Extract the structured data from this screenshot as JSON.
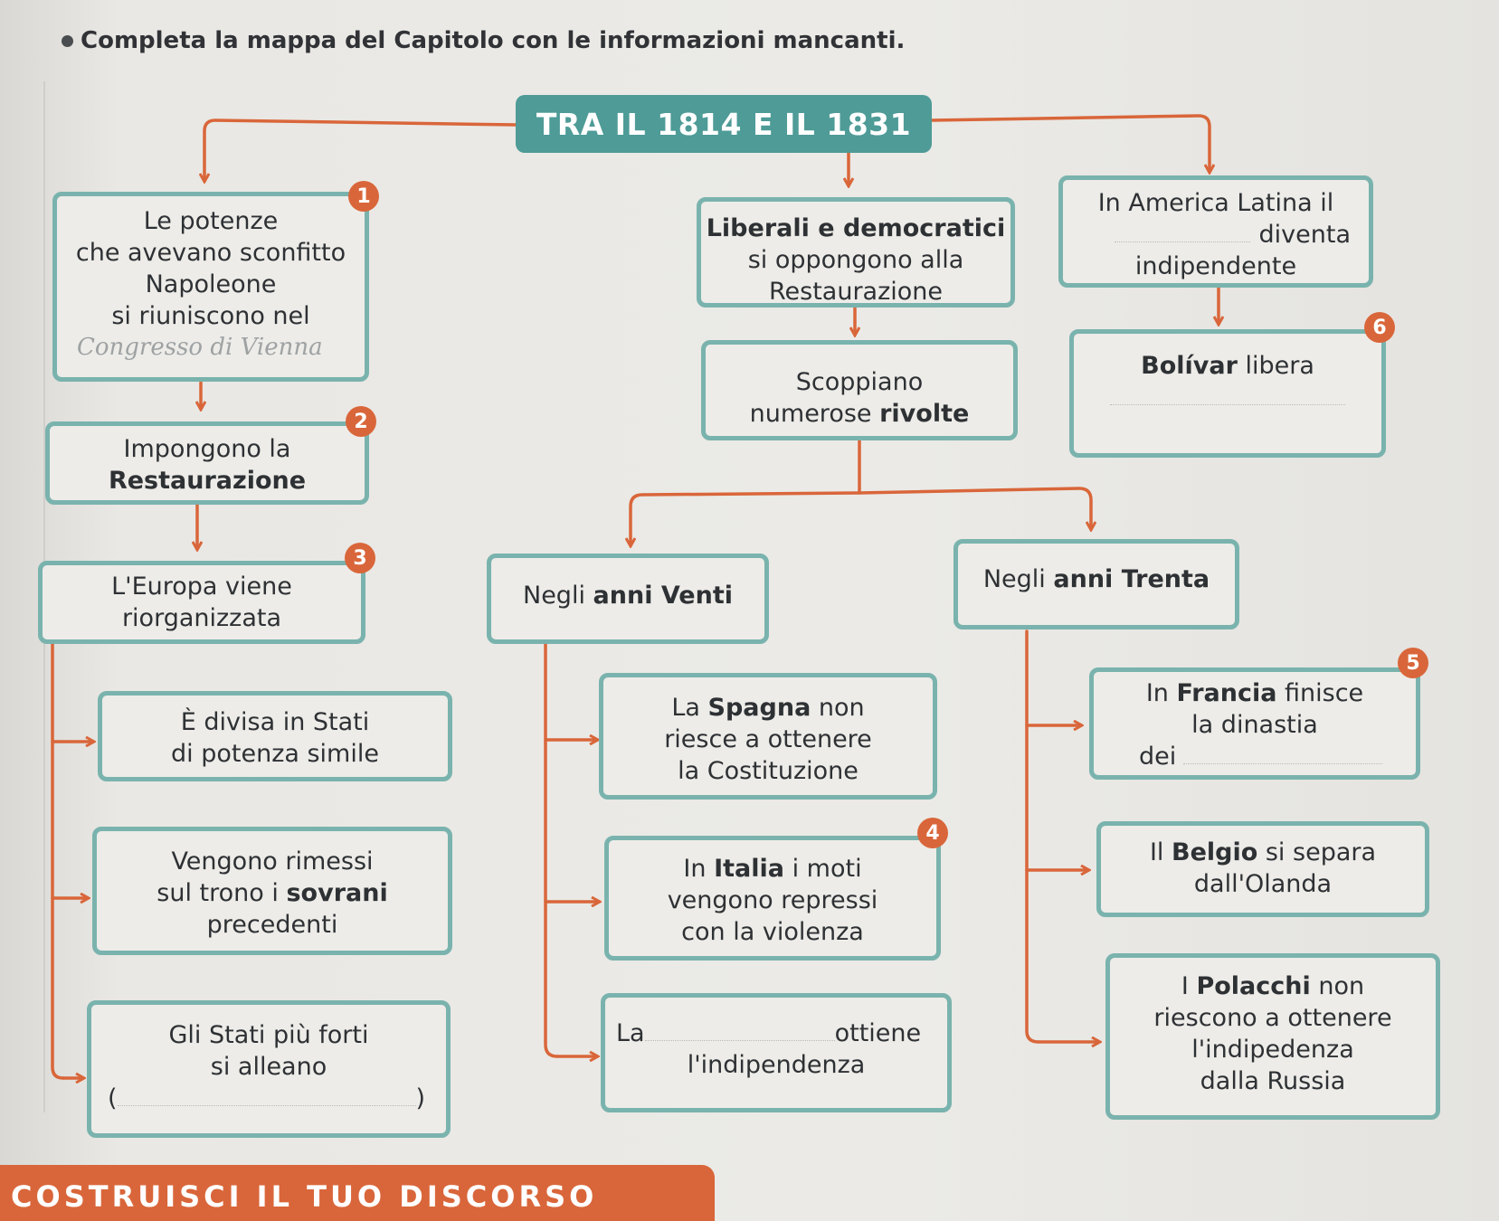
{
  "instruction": "Completa la mappa del Capitolo con le informazioni mancanti.",
  "title": "TRA IL 1814 E IL 1831",
  "colors": {
    "teal_title": "#4e9b97",
    "box_border": "#7ab3ae",
    "arrow_orange": "#d9663a"
  },
  "badges": [
    "1",
    "2",
    "3",
    "4",
    "5",
    "6"
  ],
  "left": {
    "potenze": [
      "Le potenze",
      "che avevano sconfitto",
      "Napoleone",
      "si riuniscono nel"
    ],
    "potenze_handwritten": "Congresso di Vienna",
    "restaurazione": [
      "Impongono la",
      "Restaurazione"
    ],
    "europa": [
      "L'Europa viene",
      "riorganizzata"
    ],
    "stati": [
      "È divisa in Stati",
      "di potenza simile"
    ],
    "sovrani": [
      "Vengono rimessi",
      "sul trono i ",
      "sovrani",
      "precedenti"
    ],
    "alleanza": [
      "Gli Stati più forti",
      "si alleano",
      "(",
      ")"
    ]
  },
  "center": {
    "liberali": [
      "Liberali e democratici",
      "si oppongono alla",
      "Restaurazione"
    ],
    "rivolte": [
      "Scoppiano",
      "numerose ",
      "rivolte"
    ],
    "venti": [
      "Negli ",
      "anni Venti"
    ],
    "spagna": [
      "La ",
      "Spagna",
      " non",
      "riesce a ottenere",
      "la Costituzione"
    ],
    "italia": [
      "In ",
      "Italia",
      " i moti",
      "vengono repressi",
      "con la violenza"
    ],
    "grecia": [
      "La",
      "ottiene",
      "l'indipendenza"
    ]
  },
  "right": {
    "america": [
      "In America Latina il",
      "diventa",
      "indipendente"
    ],
    "bolivar": [
      "Bolívar",
      " libera"
    ],
    "trenta": [
      "Negli ",
      "anni Trenta"
    ],
    "francia": [
      "In ",
      "Francia",
      " finisce",
      "la dinastia",
      "dei"
    ],
    "belgio": [
      "Il ",
      "Belgio",
      " si separa",
      "dall'Olanda"
    ],
    "polacchi": [
      "I ",
      "Polacchi",
      " non",
      "riescono a ottenere",
      "l'indipedenza",
      "dalla Russia"
    ]
  },
  "footer": "COSTRUISCI IL TUO DISCORSO"
}
